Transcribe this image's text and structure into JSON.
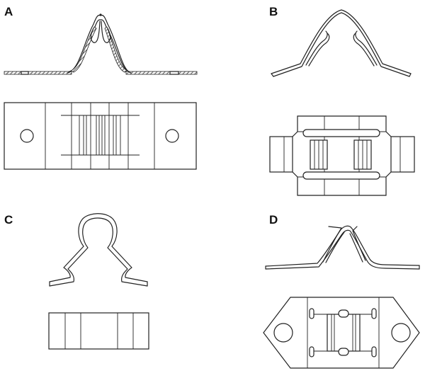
{
  "panels": [
    {
      "id": "A",
      "label": "A"
    },
    {
      "id": "B",
      "label": "B"
    },
    {
      "id": "C",
      "label": "C"
    },
    {
      "id": "D",
      "label": "D"
    }
  ]
}
